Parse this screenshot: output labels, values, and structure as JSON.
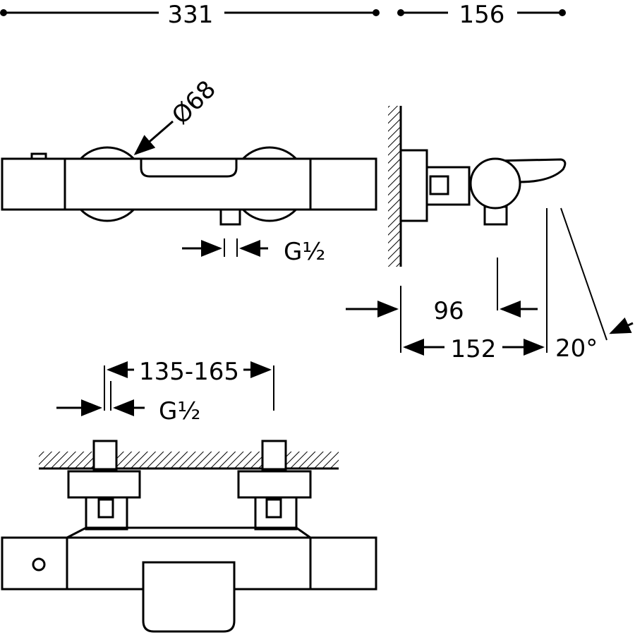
{
  "dimensions": {
    "overall_width": "331",
    "projection": "156",
    "knob_diameter": "Ø68",
    "inlet_thread_front": "G½",
    "wall_offset": "96",
    "depth": "152",
    "spout_angle": "20°",
    "inlet_spacing": "135-165",
    "inlet_thread_bottom": "G½"
  }
}
